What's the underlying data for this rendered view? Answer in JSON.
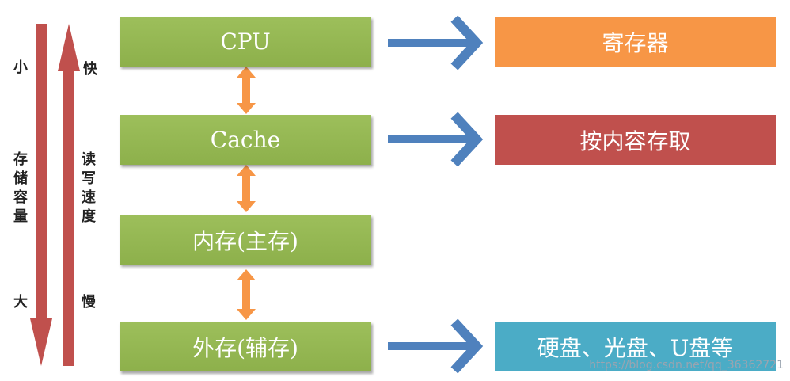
{
  "left_axis": {
    "top_label": "小",
    "middle_label": "存储容量",
    "bottom_label": "大"
  },
  "right_axis": {
    "top_label": "快",
    "middle_label": "读写速度",
    "bottom_label": "慢"
  },
  "nodes": [
    {
      "label": "CPU"
    },
    {
      "label": "Cache"
    },
    {
      "label": "内存(主存)"
    },
    {
      "label": "外存(辅存)"
    }
  ],
  "targets": [
    {
      "label": "寄存器",
      "color": "#f79646"
    },
    {
      "label": "按内容存取",
      "color": "#c0504d"
    },
    {
      "label": "硬盘、光盘、U盘等",
      "color": "#4bacc6"
    }
  ],
  "watermark": "https://blog.csdn.net/qq_36362721",
  "colors": {
    "node_green": "#9bbb59",
    "axis_red": "#c0504d",
    "link_orange": "#f79646",
    "arrow_blue": "#4f81bd"
  }
}
